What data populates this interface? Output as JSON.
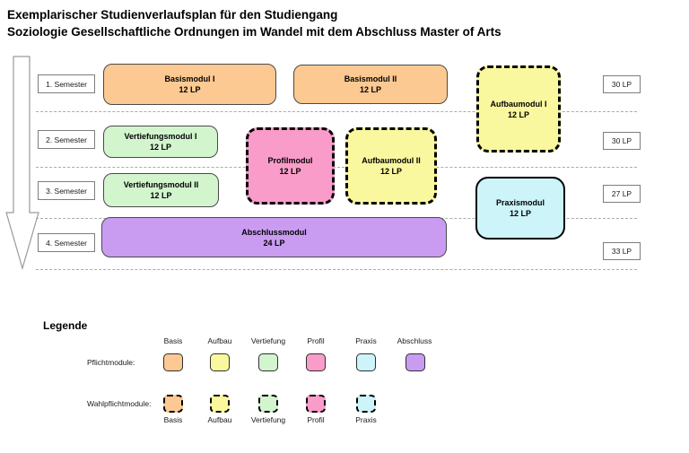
{
  "title": {
    "line1": "Exemplarischer Studienverlaufsplan für den Studiengang",
    "line2": "Soziologie Gesellschaftliche Ordnungen im Wandel mit dem Abschluss Master of Arts"
  },
  "colors": {
    "basis": "#FBC991",
    "aufbau": "#FAF89E",
    "vertiefung": "#D2F5CE",
    "profil": "#F99CC9",
    "praxis": "#CCF4F9",
    "abschluss": "#C99CF2"
  },
  "icons": {
    "timeline_arrow": "downward-outline-arrow"
  },
  "semesters": [
    {
      "label": "1. Semester",
      "lp": "30 LP"
    },
    {
      "label": "2. Semester",
      "lp": "30 LP"
    },
    {
      "label": "3. Semester",
      "lp": "27 LP"
    },
    {
      "label": "4. Semester",
      "lp": "33 LP"
    }
  ],
  "modules": [
    {
      "name": "Basismodul I",
      "credits": "12 LP",
      "type": "basis",
      "border": "solid"
    },
    {
      "name": "Basismodul II",
      "credits": "12 LP",
      "type": "basis",
      "border": "solid"
    },
    {
      "name": "Aufbaumodul I",
      "credits": "12 LP",
      "type": "aufbau",
      "border": "dashed"
    },
    {
      "name": "Vertiefungsmodul I",
      "credits": "12 LP",
      "type": "vertiefung",
      "border": "solid"
    },
    {
      "name": "Profilmodul",
      "credits": "12 LP",
      "type": "profil",
      "border": "dashed"
    },
    {
      "name": "Aufbaumodul II",
      "credits": "12 LP",
      "type": "aufbau",
      "border": "dashed"
    },
    {
      "name": "Vertiefungsmodul II",
      "credits": "12 LP",
      "type": "vertiefung",
      "border": "solid"
    },
    {
      "name": "Praxismodul",
      "credits": "12 LP",
      "type": "praxis",
      "border": "solid"
    },
    {
      "name": "Abschlussmodul",
      "credits": "24 LP",
      "type": "abschluss",
      "border": "solid"
    }
  ],
  "legend": {
    "heading": "Legende",
    "pflicht_label": "Pflichtmodule:",
    "wahlpflicht_label": "Wahlpflichtmodule:",
    "pflicht": [
      "Basis",
      "Aufbau",
      "Vertiefung",
      "Profil",
      "Praxis",
      "Abschluss"
    ],
    "wahlpflicht": [
      "Basis",
      "Aufbau",
      "Vertiefung",
      "Profil",
      "Praxis"
    ]
  }
}
